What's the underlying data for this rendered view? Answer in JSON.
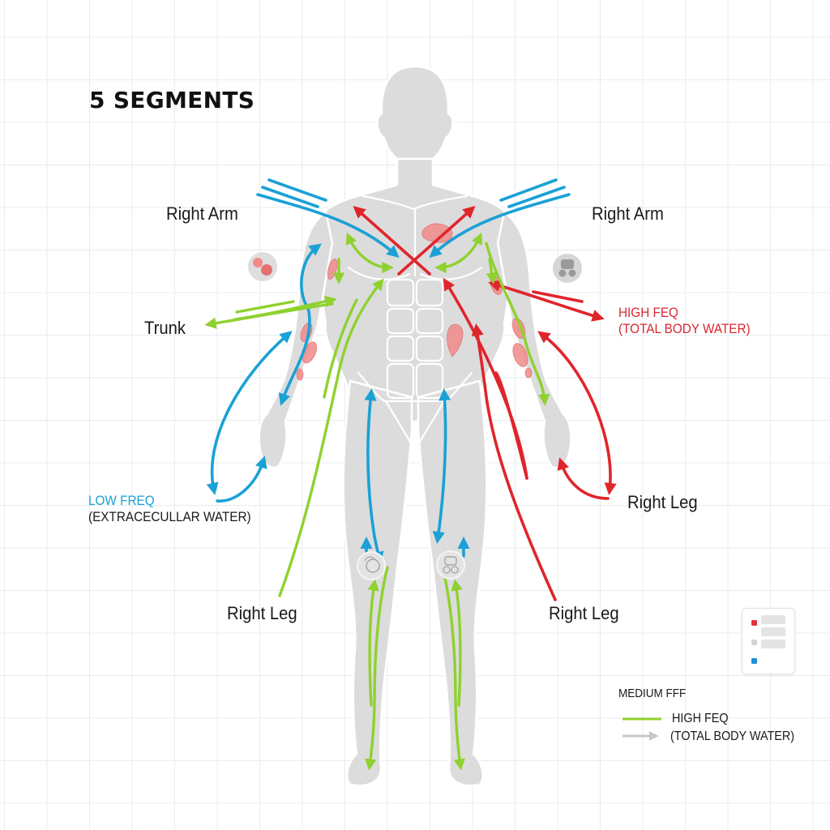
{
  "title": "5 SEGMENTS",
  "segments": {
    "right_arm_left": "Right Arm",
    "right_arm_right": "Right Arm",
    "trunk": "Trunk",
    "right_leg_upper_right": "Right Leg",
    "right_leg_lower_left": "Right Leg",
    "right_leg_lower_right": "Right Leg"
  },
  "frequency_labels": {
    "high": {
      "line1": "HIGH FEQ",
      "line2": "(TOTAL BODY WATER)",
      "color": "#d8262f"
    },
    "low": {
      "line1": "LOW FREQ",
      "line2": "(EXTRACECULLAR WATER)",
      "color": "#1aa1d6"
    }
  },
  "legend": {
    "header": "MEDIUM FFF",
    "items": [
      {
        "label": "HIGH FEQ",
        "color": "#8fd12e",
        "icon": "green-line"
      },
      {
        "label": "(TOTAL BODY WATER)",
        "color": "#c8c8c8",
        "icon": "gray-arrow"
      }
    ],
    "mini_card": {
      "swatches": [
        {
          "color": "#e0323a"
        },
        {
          "color": "#d4d4d4"
        },
        {
          "color": "#1e8fd8"
        }
      ]
    }
  },
  "colors": {
    "body": "#dcdcdd",
    "body_outline": "#ffffff",
    "low_freq": "#1aa1d6",
    "high_freq": "#e0252c",
    "medium_freq": "#8fd12e",
    "muscle": "#f08a8a",
    "grid": "#e6ecef"
  },
  "icons": {
    "left_organ_badge": "brain-organ-icon",
    "right_organ_badge": "kidney-organ-icon",
    "left_knee_badge": "intestine-icon",
    "right_knee_badge": "kidney-icon"
  }
}
